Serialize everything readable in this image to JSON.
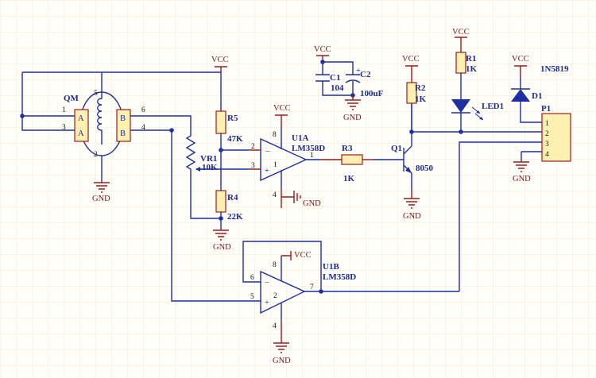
{
  "power": {
    "vcc": "VCC",
    "gnd": "GND"
  },
  "qm": {
    "ref": "QM",
    "pad_a": "A",
    "pad_b": "B",
    "pins": [
      "1",
      "3",
      "5",
      "2",
      "6",
      "4"
    ]
  },
  "vr1": {
    "ref": "VR1",
    "value": "10K"
  },
  "r5": {
    "ref": "R5",
    "value": "47K"
  },
  "r4": {
    "ref": "R4",
    "value": "22K"
  },
  "u1a": {
    "ref": "U1A",
    "part": "LM358D",
    "unit": "1",
    "pins": [
      "2",
      "3",
      "1",
      "8",
      "4"
    ]
  },
  "u1b": {
    "ref": "U1B",
    "part": "LM358D",
    "unit": "2",
    "pins": [
      "6",
      "5",
      "7",
      "8",
      "4"
    ]
  },
  "r3": {
    "ref": "R3",
    "value": "1K"
  },
  "q1": {
    "ref": "Q1",
    "part": "8050"
  },
  "r2": {
    "ref": "R2",
    "value": "1K"
  },
  "r1": {
    "ref": "R1",
    "value": "1K"
  },
  "led1": {
    "ref": "LED1"
  },
  "c1": {
    "ref": "C1",
    "value": "104"
  },
  "c2": {
    "ref": "C2",
    "value": "100uF"
  },
  "d1": {
    "ref": "D1",
    "part": "1N5819"
  },
  "p1": {
    "ref": "P1",
    "pins": [
      "1",
      "2",
      "3",
      "4"
    ]
  },
  "symbols": {
    "minus": "−",
    "plus": "+"
  }
}
